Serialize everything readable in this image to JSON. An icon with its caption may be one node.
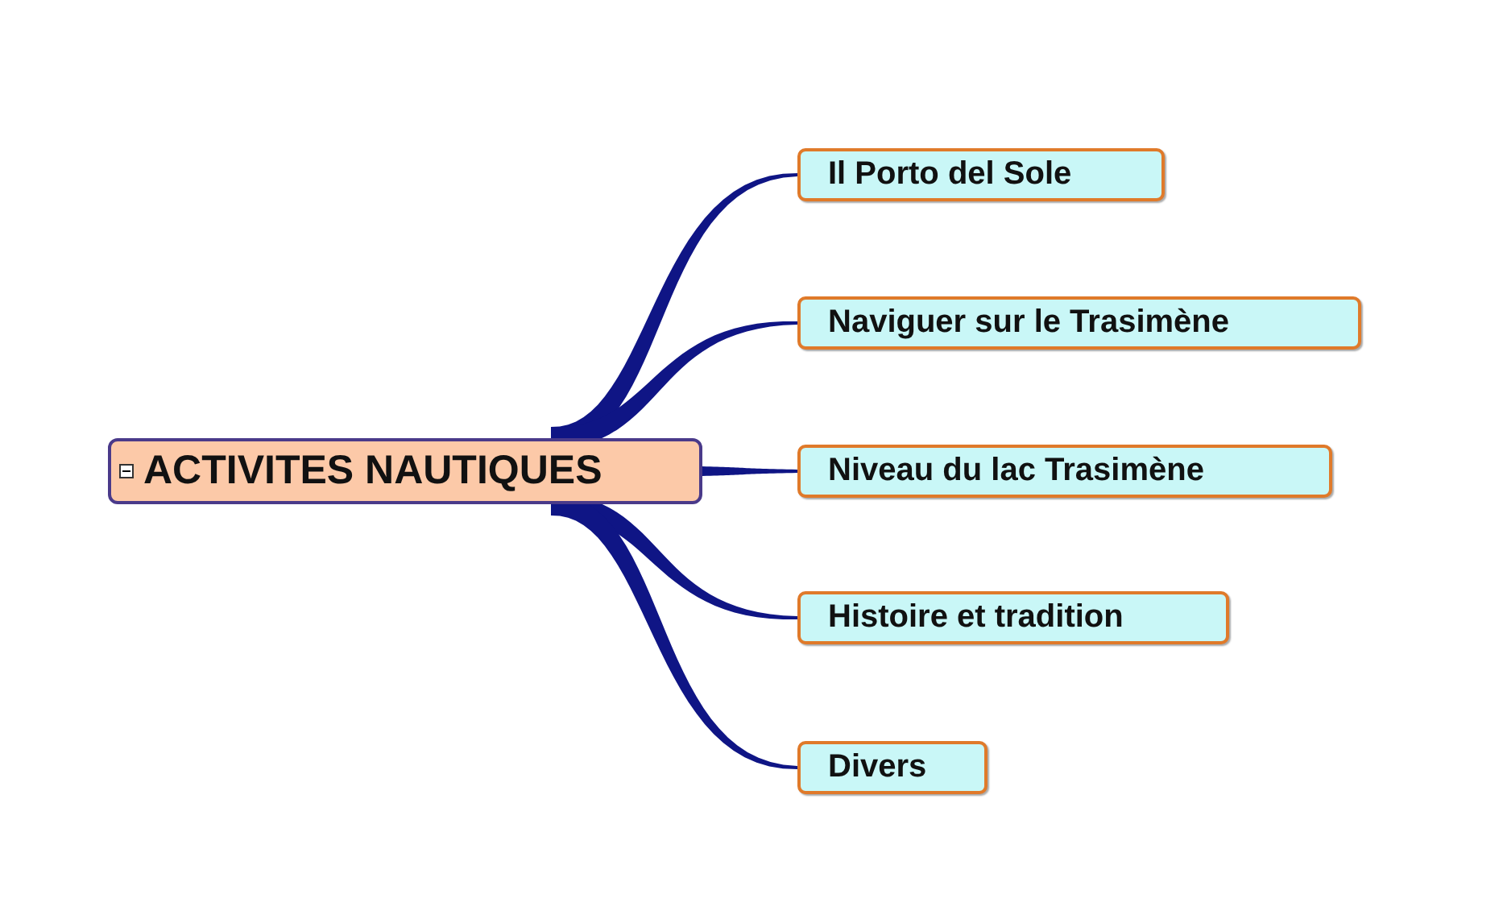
{
  "diagram": {
    "nodes": [
      {
        "text": [
          "ACTIVITES NAUTIQUES"
        ]
      },
      {
        "text": [
          "Il Porto del Sole"
        ]
      },
      {
        "text": [
          "Naviguer sur le Trasimène"
        ]
      },
      {
        "text": [
          "Niveau du lac Trasimène"
        ]
      },
      {
        "text": [
          "Histoire et tradition"
        ]
      },
      {
        "text": [
          "Divers"
        ]
      }
    ],
    "edges": [
      {
        "from": 0,
        "to": 1,
        "arrow": "none"
      },
      {
        "from": 0,
        "to": 2,
        "arrow": "none"
      },
      {
        "from": 0,
        "to": 3,
        "arrow": "none"
      },
      {
        "from": 0,
        "to": 4,
        "arrow": "none"
      },
      {
        "from": 0,
        "to": 5,
        "arrow": "none"
      }
    ]
  }
}
